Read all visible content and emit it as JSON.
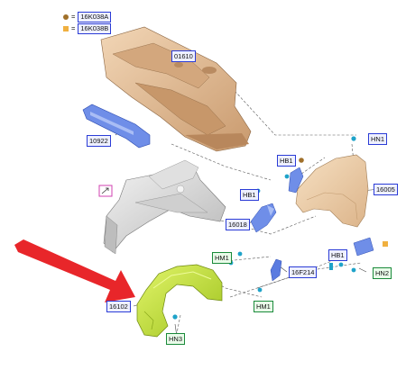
{
  "legend": [
    {
      "symbol": "dot",
      "color": "#a0702a",
      "text": "16K038A"
    },
    {
      "symbol": "square",
      "color": "#f0b040",
      "text": "16K038B"
    }
  ],
  "callouts": {
    "dash_panel": "01610",
    "cross_member": "10922",
    "hn1": "HN1",
    "hb1_top": "HB1",
    "hb1_mid": "HB1",
    "hb1_right": "HB1",
    "fender": "16005",
    "bracket": "16018",
    "hm1_left": "HM1",
    "hm1_bottom": "HM1",
    "seal": "16F214",
    "hn2": "HN2",
    "wheel_liner": "16102",
    "hn3": "HN3"
  },
  "colors": {
    "dash_panel": "#e6c4a0",
    "fender": "#f0d2aa",
    "wheel_liner": "#c8e84a",
    "blue_part": "#5a7be0",
    "frame": "#d8d8d8",
    "arrow": "#e8262a"
  }
}
